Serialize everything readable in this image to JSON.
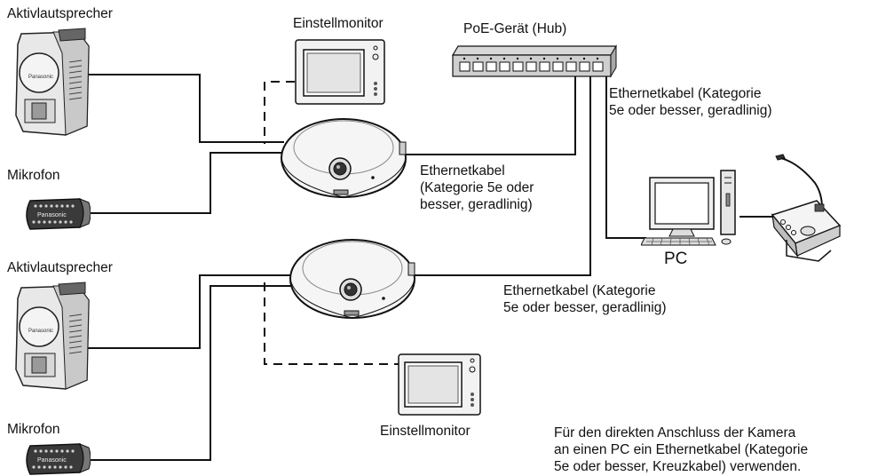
{
  "labels": {
    "speaker_1": "Aktivlautsprecher",
    "speaker_2": "Aktivlautsprecher",
    "microphone_1": "Mikrofon",
    "microphone_2": "Mikrofon",
    "monitor_top": "Einstellmonitor",
    "monitor_bottom": "Einstellmonitor",
    "hub": "PoE-Gerät (Hub)",
    "pc": "PC",
    "cable_hub": "Ethernetkabel (Kategorie\n5e oder besser, geradlinig)",
    "cable_camera_1": "Ethernetkabel\n(Kategorie 5e oder\nbesser, geradlinig)",
    "cable_camera_2": "Ethernetkabel (Kategorie\n5e oder besser, geradlinig)",
    "note": "Für den direkten Anschluss der Kamera\nan einen PC ein Ethernetkabel (Kategorie\n5e oder besser, Kreuzkabel) verwenden."
  },
  "device_brand_text": "Panasonic",
  "colors": {
    "line": "#111111",
    "device_fill": "#f2f2f2",
    "device_shade": "#cfcfcf",
    "device_dark": "#555555"
  }
}
